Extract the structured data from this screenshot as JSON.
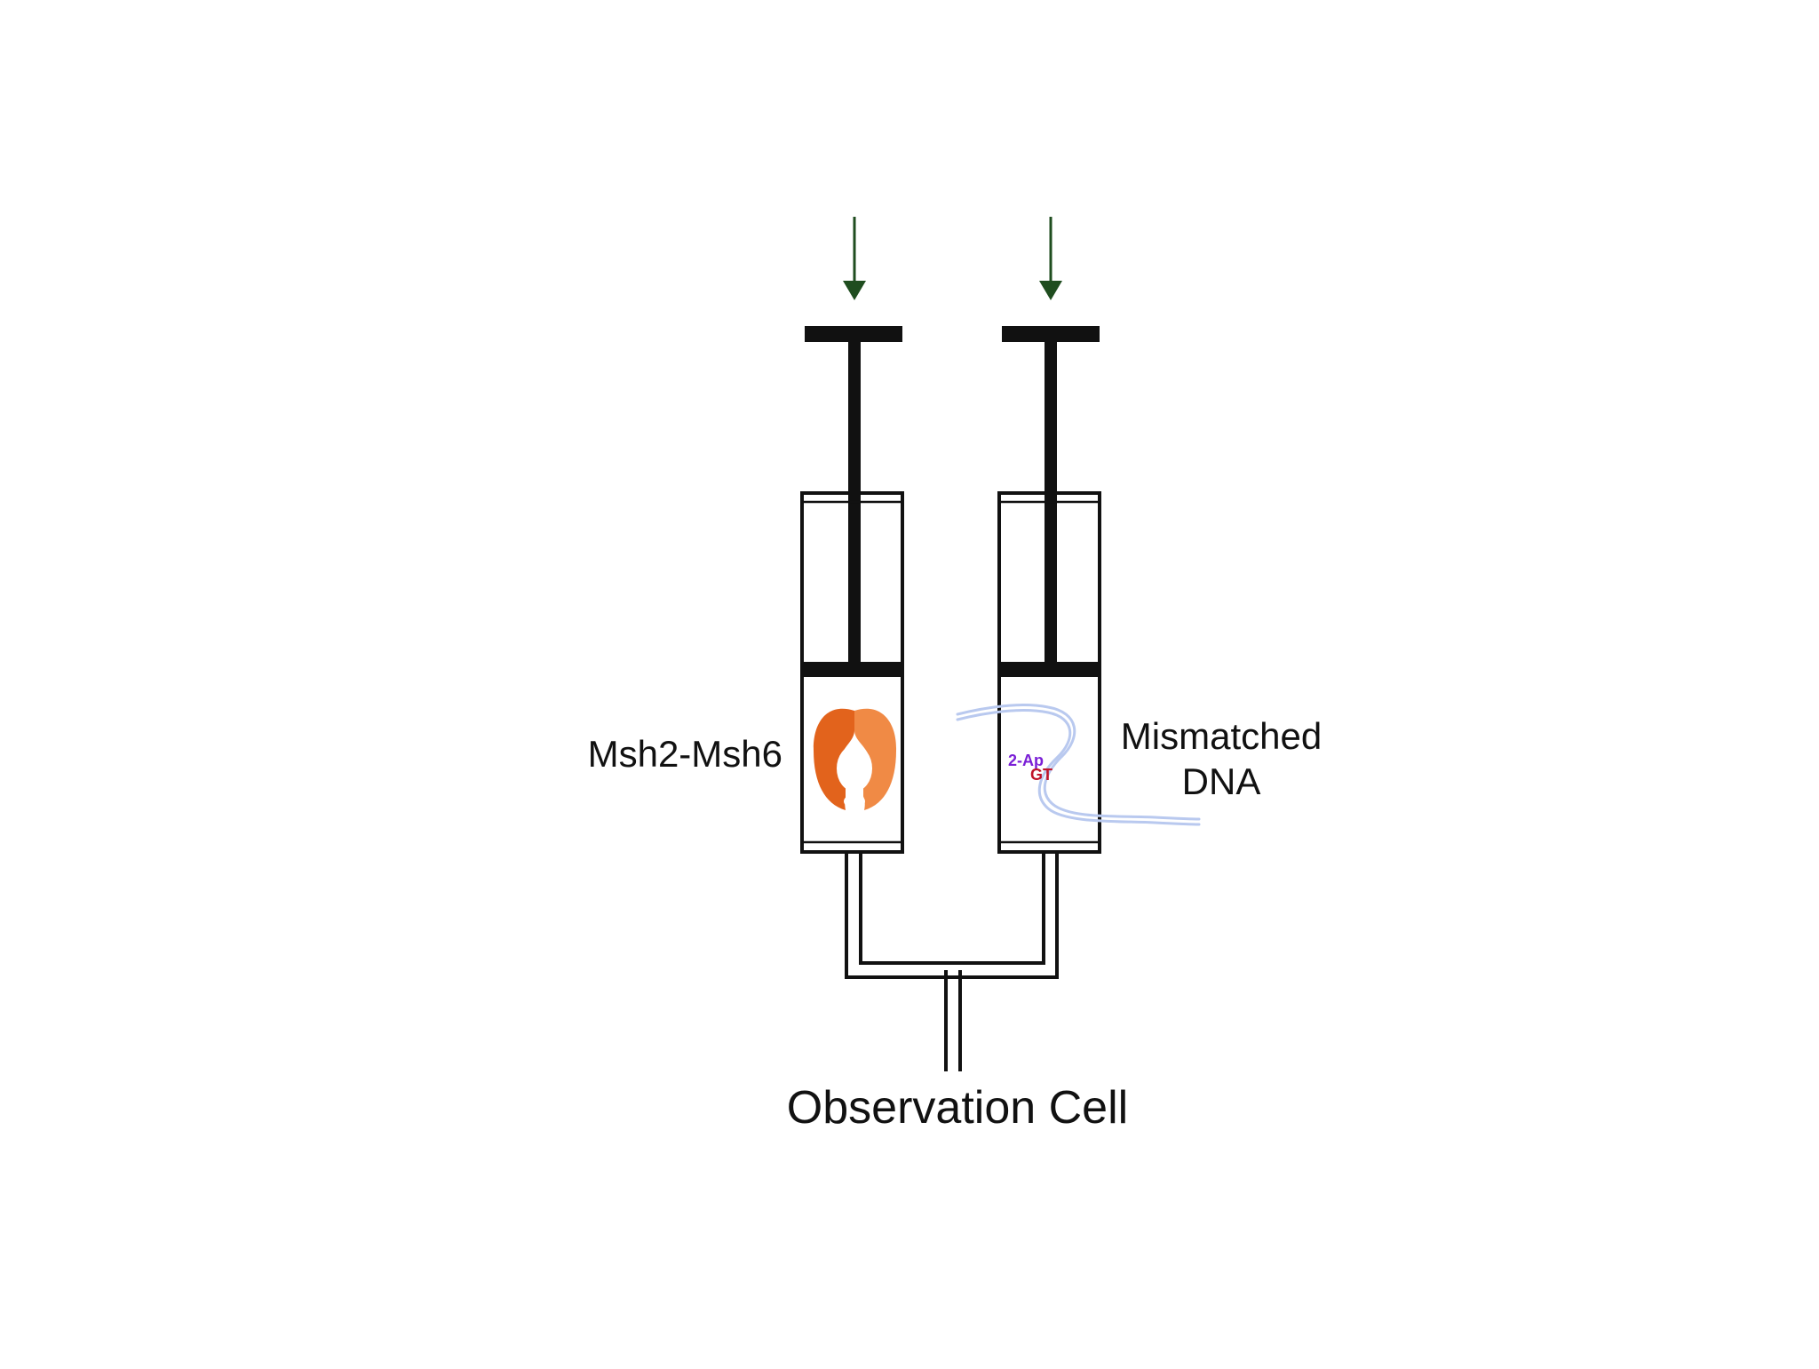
{
  "labels": {
    "protein": "Msh2-Msh6",
    "dna_line1": "Mismatched",
    "dna_line2": "DNA",
    "fluor": "2-Ap",
    "mismatch": "GT",
    "outlet": "Observation Cell"
  },
  "colors": {
    "background": "#ffffff",
    "stroke": "#111111",
    "arrow": "#1f4d1f",
    "protein_dark": "#e2631c",
    "protein_light": "#f08a45",
    "dna_strand": "#b9c9ef",
    "fluor_text": "#7a1fd6",
    "mismatch_text": "#c0142a"
  },
  "icons": {
    "push_arrows": "arrow-down-icon",
    "protein": "msh2-msh6-protein-icon",
    "dna": "dna-strand-icon"
  }
}
